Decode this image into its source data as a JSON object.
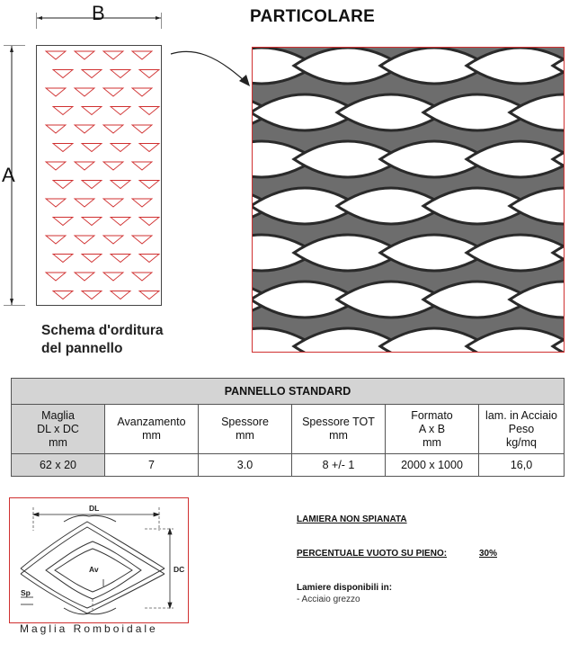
{
  "dimensions": {
    "a": "A",
    "b": "B"
  },
  "detail": {
    "title": "PARTICOLARE"
  },
  "schema": {
    "caption_line1": "Schema d'orditura",
    "caption_line2": "del pannello"
  },
  "table": {
    "title": "PANNELLO STANDARD",
    "headers": [
      [
        "Maglia",
        "DL x DC",
        "mm"
      ],
      [
        "Avanzamento",
        "mm"
      ],
      [
        "Spessore",
        "mm"
      ],
      [
        "Spessore TOT",
        "mm"
      ],
      [
        "Formato",
        "A x B",
        "mm"
      ],
      [
        "lam. in Acciaio",
        "Peso",
        "kg/mq"
      ]
    ],
    "row": [
      "62 x 20",
      "7",
      "3.0",
      "8 +/- 1",
      "2000 x 1000",
      "16,0"
    ]
  },
  "mesh_diagram": {
    "labels": {
      "dl": "DL",
      "dc": "DC",
      "av": "Av",
      "sp": "Sp"
    },
    "caption": "Maglia Romboidale"
  },
  "notes": {
    "plain": "LAMIERA NON SPIANATA",
    "percent_label": "PERCENTUALE  VUOTO SU PIENO:",
    "percent_value": "30%",
    "available_label": "Lamiere disponibili in:",
    "available_item": "- Acciaio grezzo"
  },
  "colors": {
    "accent_red": "#d03030",
    "table_shade": "#d4d4d4",
    "metal": "#6d6d6d"
  }
}
